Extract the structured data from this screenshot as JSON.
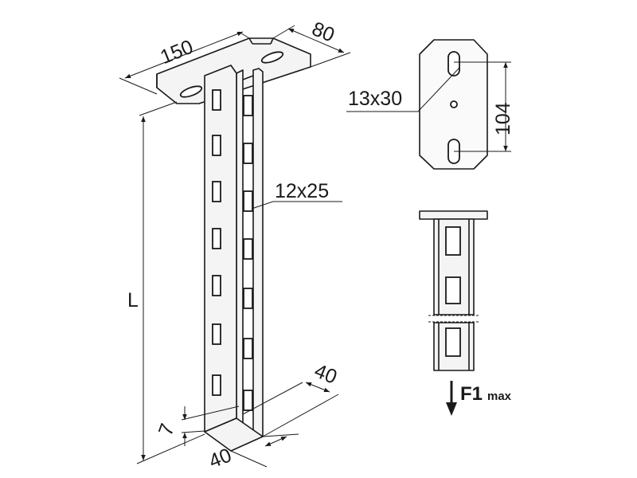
{
  "dimensions": {
    "plate_length": "150",
    "plate_width": "80",
    "plate_slot": "13x30",
    "slot_spacing": "104",
    "column_slot": "12x25",
    "length": "L",
    "profile_width": "40",
    "profile_depth": "40",
    "lip": "7"
  },
  "load": {
    "label": "F1",
    "subscript": "max"
  }
}
